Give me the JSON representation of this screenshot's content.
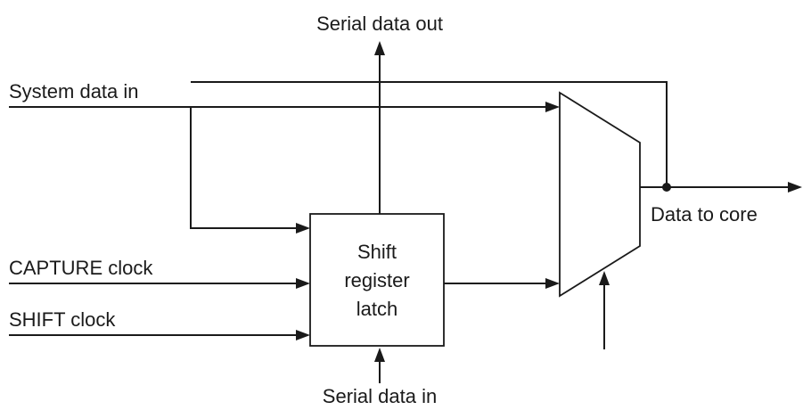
{
  "labels": {
    "serial_data_out": "Serial data out",
    "serial_data_in": "Serial data in",
    "system_data_in": "System data in",
    "capture_clock": "CAPTURE clock",
    "shift_clock": "SHIFT clock",
    "data_to_core": "Data to core"
  },
  "shift_register": {
    "line1": "Shift",
    "line2": "register",
    "line3": "latch"
  },
  "colors": {
    "line": "#1a1a1a",
    "background": "#ffffff"
  }
}
